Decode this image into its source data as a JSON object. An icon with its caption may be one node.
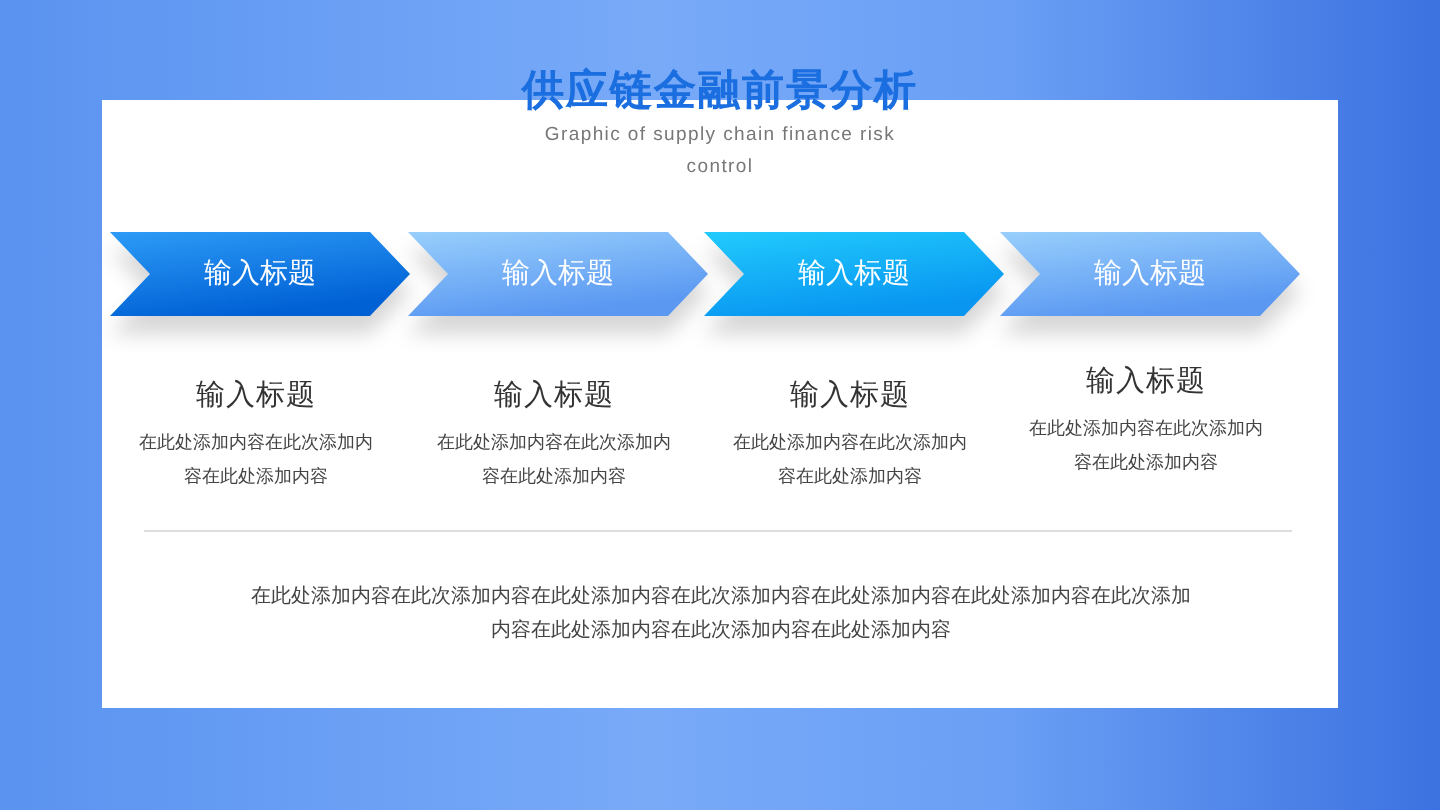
{
  "diagram": {
    "title": "供应链金融前景分析",
    "nodes": [
      {
        "text": [
          "输入标题"
        ],
        "beside": [
          "输入标题",
          "在此处添加内容在此次添加内容在此处添加内容"
        ]
      },
      {
        "text": [
          "输入标题"
        ],
        "beside": [
          "输入标题",
          "在此处添加内容在此次添加内容在此处添加内容"
        ]
      },
      {
        "text": [
          "输入标题"
        ],
        "beside": [
          "输入标题",
          "在此处添加内容在此次添加内容在此处添加内容"
        ]
      },
      {
        "text": [
          "输入标题"
        ],
        "beside": [
          "输入标题",
          "在此处添加内容在此次添加内容在此处添加内容"
        ]
      }
    ],
    "labels": [
      "Graphic of supply chain finance risk control",
      "在此处添加内容在此次添加内容在此处添加内容在此次添加内容在此处添加内容在此处添加内容在此次添加内容在此处添加内容在此次添加内容在此处添加内容"
    ]
  }
}
